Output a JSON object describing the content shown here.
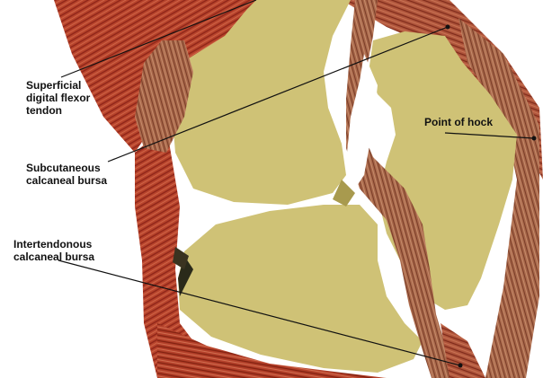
{
  "labels": {
    "superficial_digital_flexor_tendon": [
      "Superficial",
      "digital flexor",
      "tendon"
    ],
    "subcutaneous_calcaneal_bursa": [
      "Subcutaneous",
      "calcaneal bursa"
    ],
    "intertendonous_calcaneal_bursa": [
      "Intertendonous",
      "calcaneal bursa"
    ],
    "point_of_hock": [
      "Point of hock"
    ]
  },
  "colors": {
    "bone": "#cfc276",
    "bone_shadow": "#a89a4e",
    "muscle_dark": "#8e2418",
    "muscle": "#b8442c",
    "tendon": "#a8674a",
    "tendon_light": "#c98a68",
    "leader_line": "#111111",
    "background": "#ffffff"
  }
}
